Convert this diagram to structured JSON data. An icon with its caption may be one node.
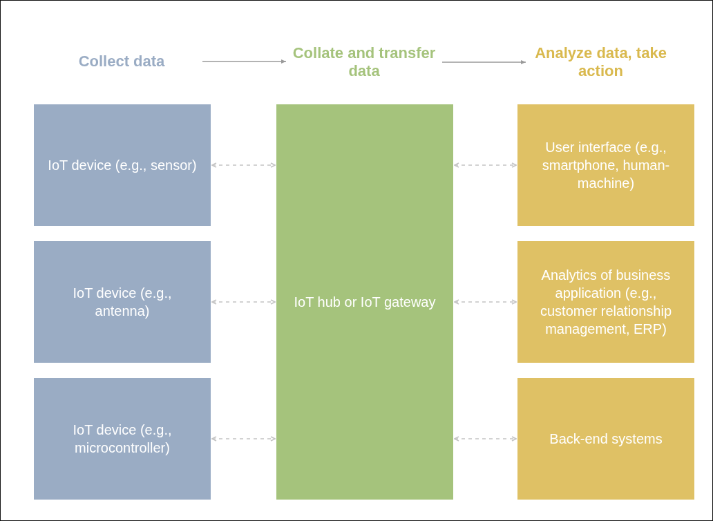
{
  "diagram": {
    "nodes": [
      {
        "text": [
          "Collect data"
        ]
      },
      {
        "text": [
          "Collate and transfer data"
        ]
      },
      {
        "text": [
          "Analyze data, take action"
        ]
      },
      {
        "text": [
          "IoT device (e.g., sensor)"
        ]
      },
      {
        "text": [
          "IoT device (e.g., antenna)"
        ]
      },
      {
        "text": [
          "IoT device (e.g., microcontroller)"
        ]
      },
      {
        "text": [
          "IoT hub or IoT gateway"
        ]
      },
      {
        "text": [
          "User interface (e.g., smartphone, human-machine)"
        ]
      },
      {
        "text": [
          "Analytics of business application (e.g., customer relationship management, ERP)"
        ]
      },
      {
        "text": [
          "Back-end systems"
        ]
      }
    ],
    "edges": [
      {
        "from": 0,
        "to": 1,
        "arrow": "to"
      },
      {
        "from": 1,
        "to": 2,
        "arrow": "to"
      },
      {
        "from": 3,
        "to": 6,
        "arrow": "both",
        "style": "dashed"
      },
      {
        "from": 4,
        "to": 6,
        "arrow": "both",
        "style": "dashed"
      },
      {
        "from": 5,
        "to": 6,
        "arrow": "both",
        "style": "dashed"
      },
      {
        "from": 6,
        "to": 7,
        "arrow": "both",
        "style": "dashed"
      },
      {
        "from": 6,
        "to": 8,
        "arrow": "both",
        "style": "dashed"
      },
      {
        "from": 6,
        "to": 9,
        "arrow": "both",
        "style": "dashed"
      }
    ]
  }
}
